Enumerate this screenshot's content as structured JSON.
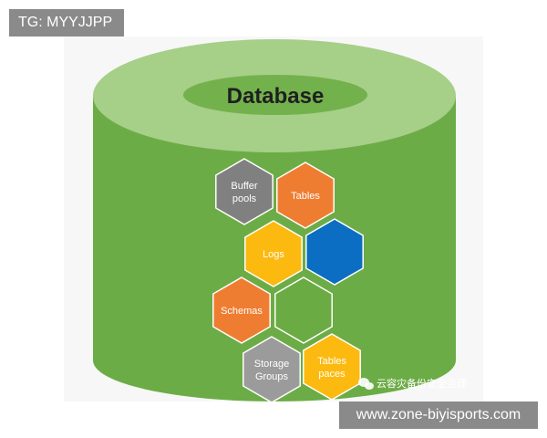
{
  "watermark_tag": "TG: MYYJJPP",
  "watermark_url": "www.zone-biyisports.com",
  "wechat_caption": "云容灾备份安全治理",
  "diagram": {
    "title": "Database",
    "components": [
      {
        "id": "buffer-pools",
        "lines": [
          "Buffer",
          "pools"
        ],
        "color": "#808080"
      },
      {
        "id": "tables",
        "lines": [
          "Tables"
        ],
        "color": "#ee7d32"
      },
      {
        "id": "logs",
        "lines": [
          "Logs"
        ],
        "color": "#fcb90f"
      },
      {
        "id": "blue",
        "lines": [],
        "color": "#0b6ec2"
      },
      {
        "id": "schemas",
        "lines": [
          "Schemas"
        ],
        "color": "#ee7d32"
      },
      {
        "id": "empty",
        "lines": [],
        "color": "#6bab43"
      },
      {
        "id": "storage-groups",
        "lines": [
          "Storage",
          "Groups"
        ],
        "color": "#9b9b9b"
      },
      {
        "id": "tablespaces",
        "lines": [
          "Tables",
          "paces"
        ],
        "color": "#fcb90f"
      }
    ]
  },
  "colors": {
    "cylinder_body": "#6cac46",
    "cylinder_top": "#a6cf88",
    "cylinder_hole": "#73b14d",
    "background": "#ffffff",
    "watermark_bg": "#8a8a8a"
  }
}
